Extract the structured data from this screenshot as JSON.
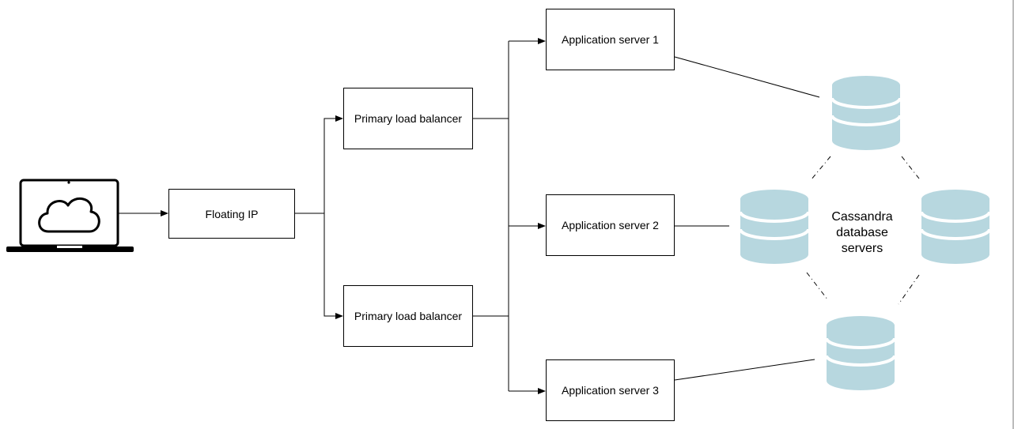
{
  "nodes": {
    "floating_ip": "Floating IP",
    "lb_primary_1": "Primary load balancer",
    "lb_primary_2": "Primary load balancer",
    "app_server_1": "Application server 1",
    "app_server_2": "Application server 2",
    "app_server_3": "Application server 3"
  },
  "cluster_label": [
    "Cassandra",
    "database",
    "servers"
  ],
  "icons": {
    "client": "laptop-cloud-icon",
    "database": "database-cylinder-icon"
  },
  "colors": {
    "database_fill": "#b7d7df",
    "stroke": "#000000"
  }
}
